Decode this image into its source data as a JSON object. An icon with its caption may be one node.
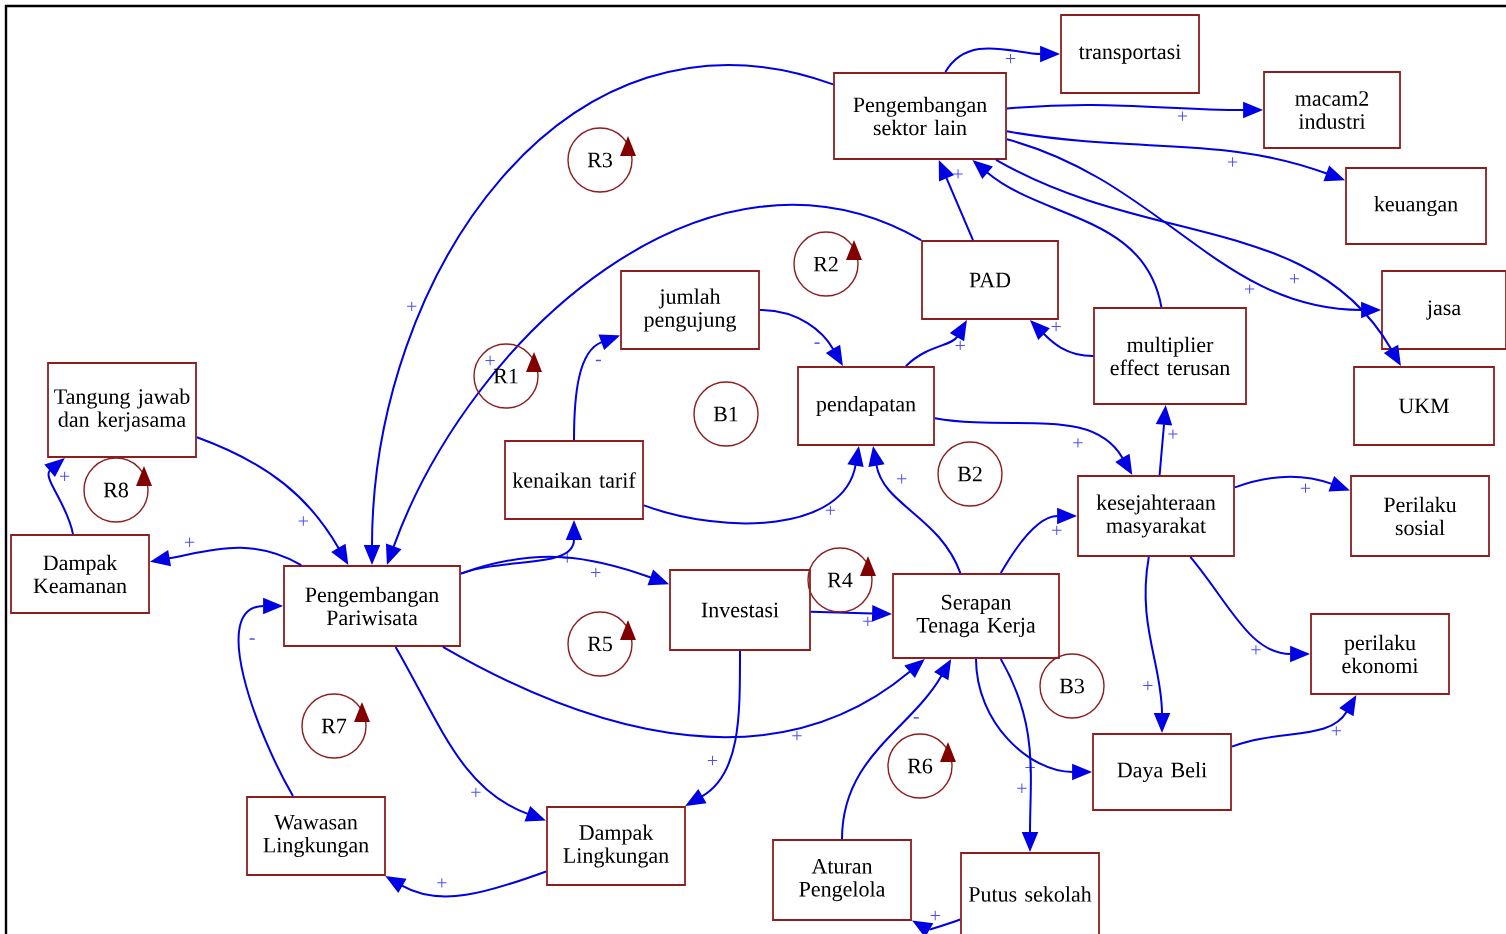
{
  "diagram": {
    "nodes": [
      {
        "text": [
          "Pengembangan sektor lain"
        ]
      },
      {
        "text": [
          "transportasi"
        ]
      },
      {
        "text": [
          "macam2 industri"
        ]
      },
      {
        "text": [
          "keuangan"
        ]
      },
      {
        "text": [
          "PAD"
        ]
      },
      {
        "text": [
          "jasa"
        ]
      },
      {
        "text": [
          "jumlah pengujung"
        ]
      },
      {
        "text": [
          "multiplier effect terusan"
        ]
      },
      {
        "text": [
          "UKM"
        ]
      },
      {
        "text": [
          "Tangung jawab dan kerjasama"
        ]
      },
      {
        "text": [
          "pendapatan"
        ]
      },
      {
        "text": [
          "kenaikan tarif"
        ]
      },
      {
        "text": [
          "kesejahteraan masyarakat"
        ]
      },
      {
        "text": [
          "Perilaku sosial"
        ]
      },
      {
        "text": [
          "Dampak Keamanan"
        ]
      },
      {
        "text": [
          "Pengembangan Pariwisata"
        ]
      },
      {
        "text": [
          "Investasi"
        ]
      },
      {
        "text": [
          "Serapan Tenaga Kerja"
        ]
      },
      {
        "text": [
          "perilaku ekonomi"
        ]
      },
      {
        "text": [
          "Daya Beli"
        ]
      },
      {
        "text": [
          "Wawasan Lingkungan"
        ]
      },
      {
        "text": [
          "Dampak Lingkungan"
        ]
      },
      {
        "text": [
          "Aturan Pengelola"
        ]
      },
      {
        "text": [
          "Putus sekolah"
        ]
      }
    ],
    "edges": [
      {
        "from": 0,
        "to": 15,
        "arrow": "to",
        "label": "+"
      },
      {
        "from": 4,
        "to": 15,
        "arrow": "to",
        "label": "+"
      },
      {
        "from": 9,
        "to": 15,
        "arrow": "to",
        "label": "+"
      },
      {
        "from": 14,
        "to": 9,
        "arrow": "to",
        "label": "+"
      },
      {
        "from": 15,
        "to": 14,
        "arrow": "to",
        "label": "+"
      },
      {
        "from": 15,
        "to": 11,
        "arrow": "to",
        "label": "+"
      },
      {
        "from": 11,
        "to": 6,
        "arrow": "to",
        "label": "-"
      },
      {
        "from": 6,
        "to": 10,
        "arrow": "to",
        "label": "-"
      },
      {
        "from": 11,
        "to": 10,
        "arrow": "to",
        "label": "+"
      },
      {
        "from": 10,
        "to": 4,
        "arrow": "to",
        "label": "+"
      },
      {
        "from": 10,
        "to": 12,
        "arrow": "to",
        "label": "+"
      },
      {
        "from": 4,
        "to": 0,
        "arrow": "to",
        "label": "+"
      },
      {
        "from": 7,
        "to": 4,
        "arrow": "to",
        "label": "+"
      },
      {
        "from": 7,
        "to": 0,
        "arrow": "to"
      },
      {
        "from": 12,
        "to": 7,
        "arrow": "to",
        "label": "+"
      },
      {
        "from": 0,
        "to": 1,
        "arrow": "to",
        "label": "+"
      },
      {
        "from": 0,
        "to": 2,
        "arrow": "to",
        "label": "+"
      },
      {
        "from": 0,
        "to": 3,
        "arrow": "to",
        "label": "+"
      },
      {
        "from": 0,
        "to": 5,
        "arrow": "to",
        "label": "+"
      },
      {
        "from": 0,
        "to": 8,
        "arrow": "to",
        "label": "+"
      },
      {
        "from": 15,
        "to": 16,
        "arrow": "to",
        "label": "+"
      },
      {
        "from": 15,
        "to": 17,
        "arrow": "to",
        "label": "+"
      },
      {
        "from": 16,
        "to": 17,
        "arrow": "to",
        "label": "+"
      },
      {
        "from": 16,
        "to": 21,
        "arrow": "to",
        "label": "+"
      },
      {
        "from": 15,
        "to": 21,
        "arrow": "to",
        "label": "+"
      },
      {
        "from": 21,
        "to": 20,
        "arrow": "to",
        "label": "+"
      },
      {
        "from": 20,
        "to": 15,
        "arrow": "to",
        "label": "-"
      },
      {
        "from": 17,
        "to": 12,
        "arrow": "to",
        "label": "+"
      },
      {
        "from": 17,
        "to": 19,
        "arrow": "to",
        "label": "+"
      },
      {
        "from": 17,
        "to": 23,
        "arrow": "to",
        "label": "+"
      },
      {
        "from": 22,
        "to": 17,
        "arrow": "to",
        "label": "-"
      },
      {
        "from": 23,
        "to": 22,
        "arrow": "to",
        "label": "+"
      },
      {
        "from": 12,
        "to": 13,
        "arrow": "to",
        "label": "+"
      },
      {
        "from": 12,
        "to": 18,
        "arrow": "to",
        "label": "+"
      },
      {
        "from": 12,
        "to": 19,
        "arrow": "to",
        "label": "+"
      },
      {
        "from": 19,
        "to": 18,
        "arrow": "to",
        "label": "+"
      },
      {
        "from": 17,
        "to": 10,
        "arrow": "to",
        "label": "+"
      }
    ],
    "labels": [
      "R3",
      "R2",
      "R1",
      "B1",
      "B2",
      "R8",
      "R5",
      "R4",
      "B3",
      "R7",
      "R6"
    ]
  }
}
